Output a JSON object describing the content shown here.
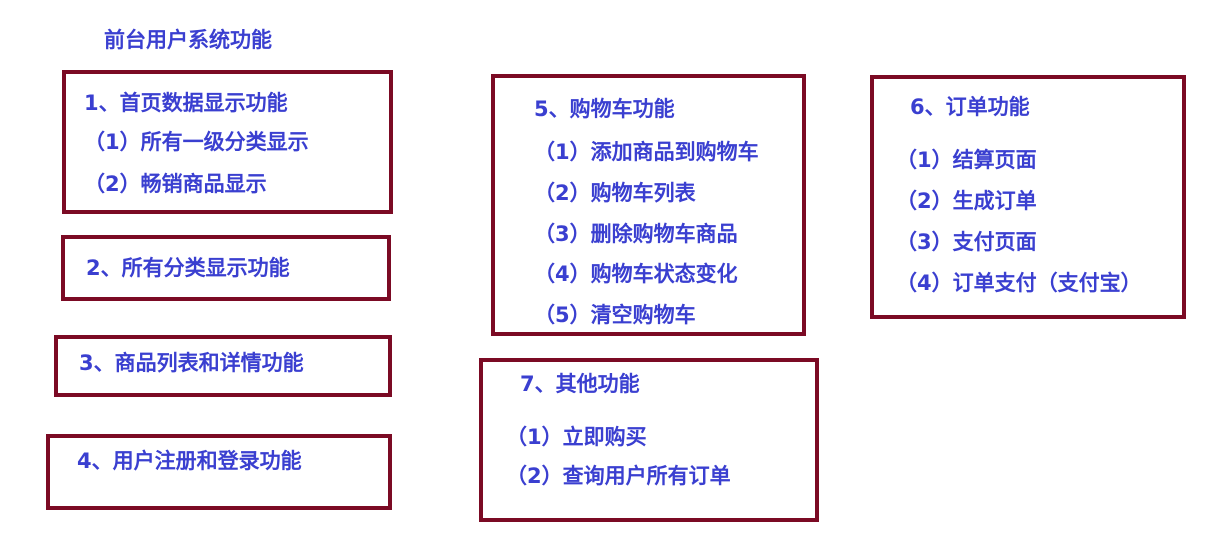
{
  "title": "前台用户系统功能",
  "colors": {
    "text": "#3a3fd0",
    "border": "#7b0a24",
    "background": "#ffffff"
  },
  "boxes": [
    {
      "heading": "1、首页数据显示功能",
      "items": [
        "（1）所有一级分类显示",
        "（2）畅销商品显示"
      ]
    },
    {
      "heading": "2、所有分类显示功能",
      "items": []
    },
    {
      "heading": "3、商品列表和详情功能",
      "items": []
    },
    {
      "heading": "4、用户注册和登录功能",
      "items": []
    },
    {
      "heading": "5、购物车功能",
      "items": [
        "（1）添加商品到购物车",
        "（2）购物车列表",
        "（3）删除购物车商品",
        "（4）购物车状态变化",
        "（5）清空购物车"
      ]
    },
    {
      "heading": "6、订单功能",
      "items": [
        "（1）结算页面",
        "（2）生成订单",
        "（3）支付页面",
        "（4）订单支付（支付宝）"
      ]
    },
    {
      "heading": "7、其他功能",
      "items": [
        "（1）立即购买",
        "（2）查询用户所有订单"
      ]
    }
  ]
}
